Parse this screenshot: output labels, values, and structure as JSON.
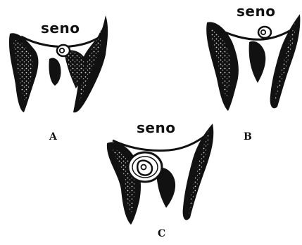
{
  "panels": {
    "a": {
      "sinus_label": "seno",
      "panel_label": "A"
    },
    "b": {
      "sinus_label": "seno",
      "panel_label": "B"
    },
    "c": {
      "sinus_label": "seno",
      "panel_label": "C"
    }
  },
  "colors": {
    "ink": "#111111",
    "background": "#ffffff"
  }
}
